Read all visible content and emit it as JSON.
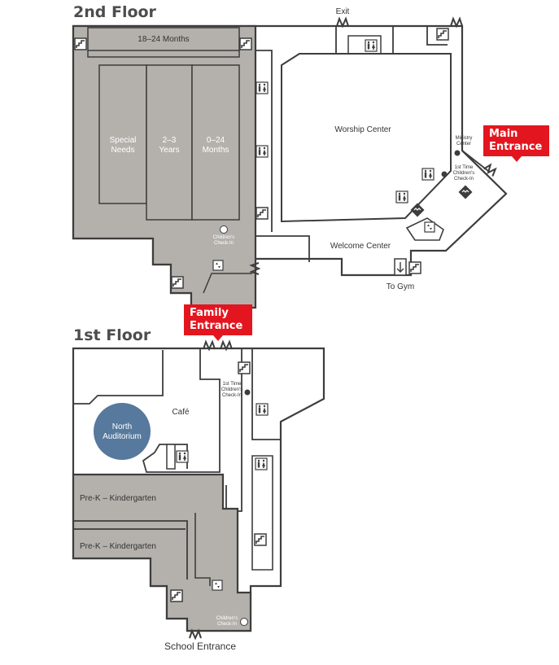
{
  "floors": {
    "second": {
      "title": "2nd Floor"
    },
    "first": {
      "title": "1st Floor"
    }
  },
  "entrances": {
    "main": {
      "line1": "Main",
      "line2": "Entrance"
    },
    "family": {
      "line1": "Family",
      "line2": "Entrance"
    },
    "school": "School Entrance",
    "exit": "Exit",
    "to_gym": "To Gym"
  },
  "rooms_second": {
    "months_18_24": "18–24 Months",
    "special_needs": [
      "Special",
      "Needs"
    ],
    "years_2_3": [
      "2–3",
      "Years"
    ],
    "months_0_24": [
      "0–24",
      "Months"
    ],
    "childrens_checkin": [
      "Children's",
      "Check-In"
    ],
    "worship_center": "Worship Center",
    "ministry_center": [
      "Ministry",
      "Center"
    ],
    "first_time_checkin": [
      "1st Time",
      "Children's",
      "Check-In"
    ],
    "welcome_center": "Welcome Center"
  },
  "rooms_first": {
    "first_time_checkin": [
      "1st Time",
      "Children's",
      "Check-In"
    ],
    "cafe": "Café",
    "north_auditorium": [
      "North",
      "Auditorium"
    ],
    "prek_1": "Pre-K – Kindergarten",
    "prek_2": "Pre-K – Kindergarten",
    "childrens_checkin": [
      "Children's",
      "Check-In"
    ]
  },
  "colors": {
    "wall": "#3d3d3d",
    "kids_area": "#b4b1ac",
    "auditorium": "#56799d",
    "accent_red": "#e3161f",
    "title_gray": "#4d4d4d"
  },
  "icons": [
    "stairs-icon",
    "restroom-icon",
    "elevator-icon",
    "info-desk-icon",
    "checkin-dot-icon"
  ]
}
